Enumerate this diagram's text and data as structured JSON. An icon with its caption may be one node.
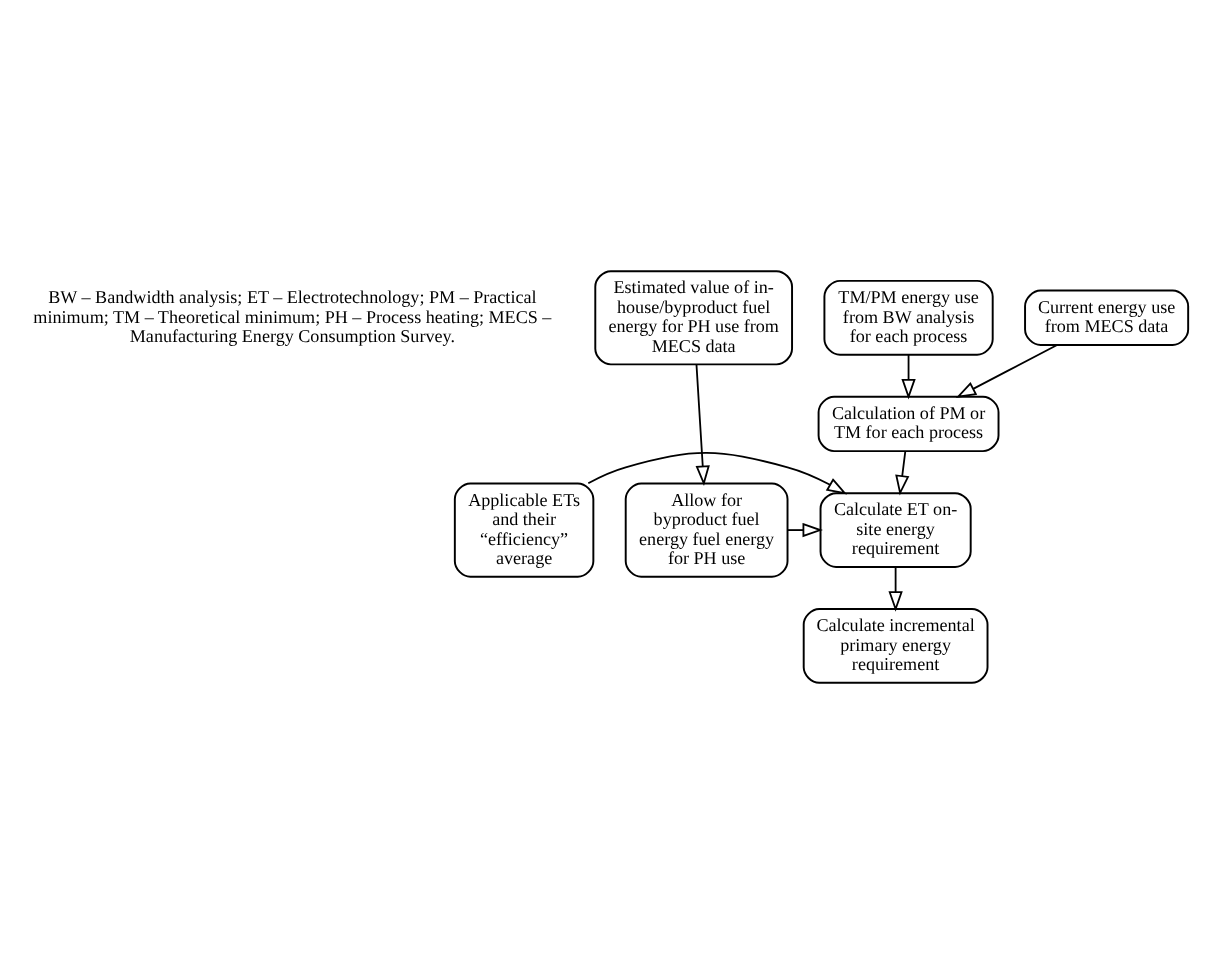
{
  "diagram": {
    "nodes": [
      {
        "text": [
          "Current energy use from MECS data"
        ]
      },
      {
        "text": [
          "TM/PM energy use from BW analysis for each process"
        ]
      },
      {
        "text": [
          "Estimated value of in-house/byproduct fuel energy for PH use from MECS data"
        ]
      },
      {
        "text": [
          "Calculation of PM or TM for each process"
        ]
      },
      {
        "text": [
          "Applicable ETs and their “efficiency” average"
        ]
      },
      {
        "text": [
          "Calculate ET on-site energy requirement"
        ]
      },
      {
        "text": [
          "Allow for byproduct fuel energy fuel energy for PH use"
        ]
      },
      {
        "text": [
          "Calculate incremental primary energy requirement"
        ]
      }
    ],
    "edges": [
      {
        "from": 0,
        "to": 3,
        "arrow": "to"
      },
      {
        "from": 1,
        "to": 3,
        "arrow": "to"
      },
      {
        "from": 3,
        "to": 5,
        "arrow": "to"
      },
      {
        "from": 4,
        "to": 5,
        "arrow": "to"
      },
      {
        "from": 2,
        "to": 6,
        "arrow": "to"
      },
      {
        "from": 6,
        "to": 5,
        "arrow": "to"
      },
      {
        "from": 5,
        "to": 7,
        "arrow": "to"
      }
    ],
    "labels": [
      "BW – Bandwidth analysis; ET – Electrotechnology; PM – Practical minimum; TM – Theoretical minimum; PH – Process heating; MECS – Manufacturing Energy Consumption Survey."
    ]
  }
}
